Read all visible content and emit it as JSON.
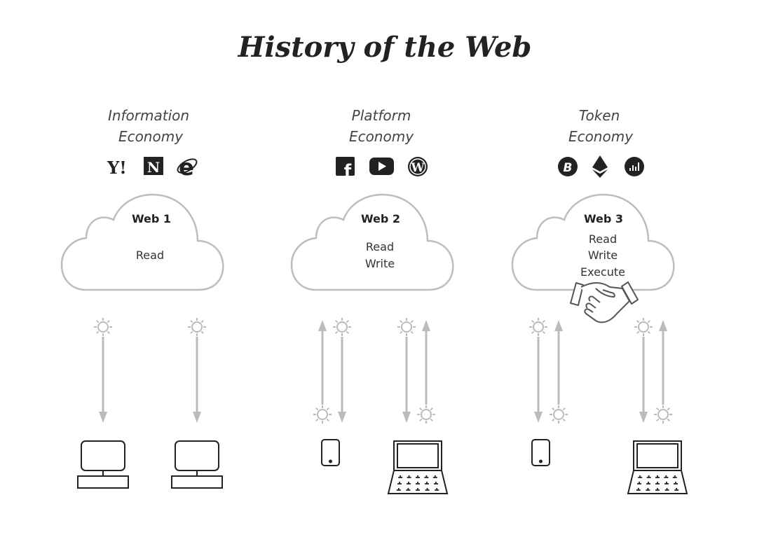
{
  "title": "History of the Web",
  "columns": [
    {
      "heading": [
        "Information",
        "Economy"
      ],
      "icons": [
        "yahoo-icon",
        "netscape-icon",
        "internet-explorer-icon"
      ],
      "icon_text": {
        "yahoo": "Y!",
        "netscape": "N",
        "ie": "e"
      },
      "web": "Web 1",
      "capabilities": [
        "Read"
      ],
      "devices": [
        "desktop-computer",
        "desktop-computer"
      ]
    },
    {
      "heading": [
        "Platform",
        "Economy"
      ],
      "icons": [
        "facebook-icon",
        "youtube-icon",
        "wordpress-icon"
      ],
      "icon_text": {
        "facebook": "f",
        "wordpress": "W"
      },
      "web": "Web 2",
      "capabilities": [
        "Read",
        "Write"
      ],
      "devices": [
        "mobile-phone",
        "laptop"
      ]
    },
    {
      "heading": [
        "Token",
        "Economy"
      ],
      "icons": [
        "bitcoin-icon",
        "ethereum-icon",
        "chart-token-icon"
      ],
      "icon_text": {
        "bitcoin": "B"
      },
      "web": "Web 3",
      "capabilities": [
        "Read",
        "Write",
        "Execute"
      ],
      "devices": [
        "mobile-phone",
        "laptop"
      ]
    }
  ],
  "colors": {
    "line": "#bbbbbb",
    "text": "#222222"
  }
}
